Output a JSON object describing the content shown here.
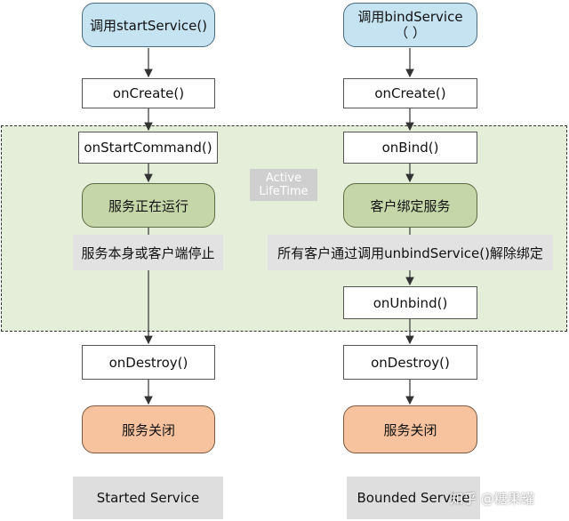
{
  "left": {
    "start": "调用startService()",
    "create": "onCreate()",
    "command": "onStartCommand()",
    "running": "服务正在运行",
    "note": "服务本身或客户端停止",
    "destroy": "onDestroy()",
    "closed": "服务关闭",
    "footer": "Started Service"
  },
  "right": {
    "start_line1": "调用bindService",
    "start_line2": "（    ）",
    "create": "onCreate()",
    "bind": "onBind()",
    "bound": "客户绑定服务",
    "note": "所有客户通过调用unbindService()解除绑定",
    "unbind": "onUnbind()",
    "destroy": "onDestroy()",
    "closed": "服务关闭",
    "footer": "Bounded Service"
  },
  "active_lifetime": {
    "line1": "Active",
    "line2": "LifeTime"
  },
  "watermark": "知乎 @糖果罐",
  "colors": {
    "start_fill": "#c5e3f1",
    "running_fill": "#c5d7a8",
    "closed_fill": "#f7c29e",
    "region_fill": "#e5eed9"
  }
}
